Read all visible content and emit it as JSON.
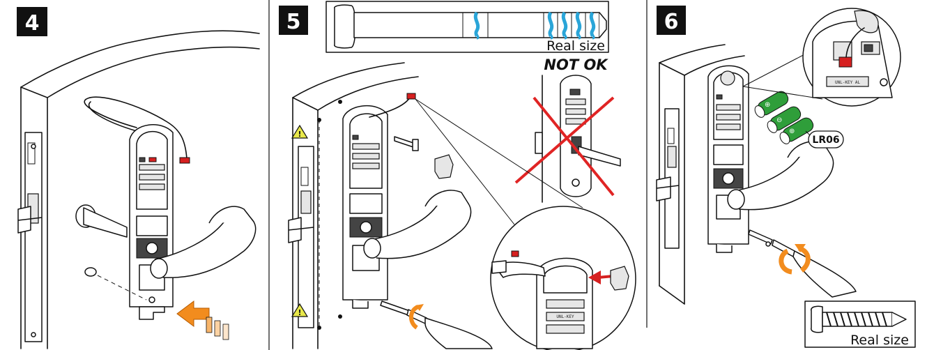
{
  "colors": {
    "accent_orange": "#f28c1e",
    "marker_red": "#d62020",
    "battery_green": "#2f9e3a",
    "screw_blue": "#2aa5d8",
    "badge_black": "#111111",
    "cross_red": "#e02424"
  },
  "steps": [
    {
      "number": "4"
    },
    {
      "number": "5",
      "screw_label": "Real size",
      "warning_label": "NOT OK"
    },
    {
      "number": "6",
      "battery_label": "LR06",
      "screw_label": "Real size"
    }
  ]
}
